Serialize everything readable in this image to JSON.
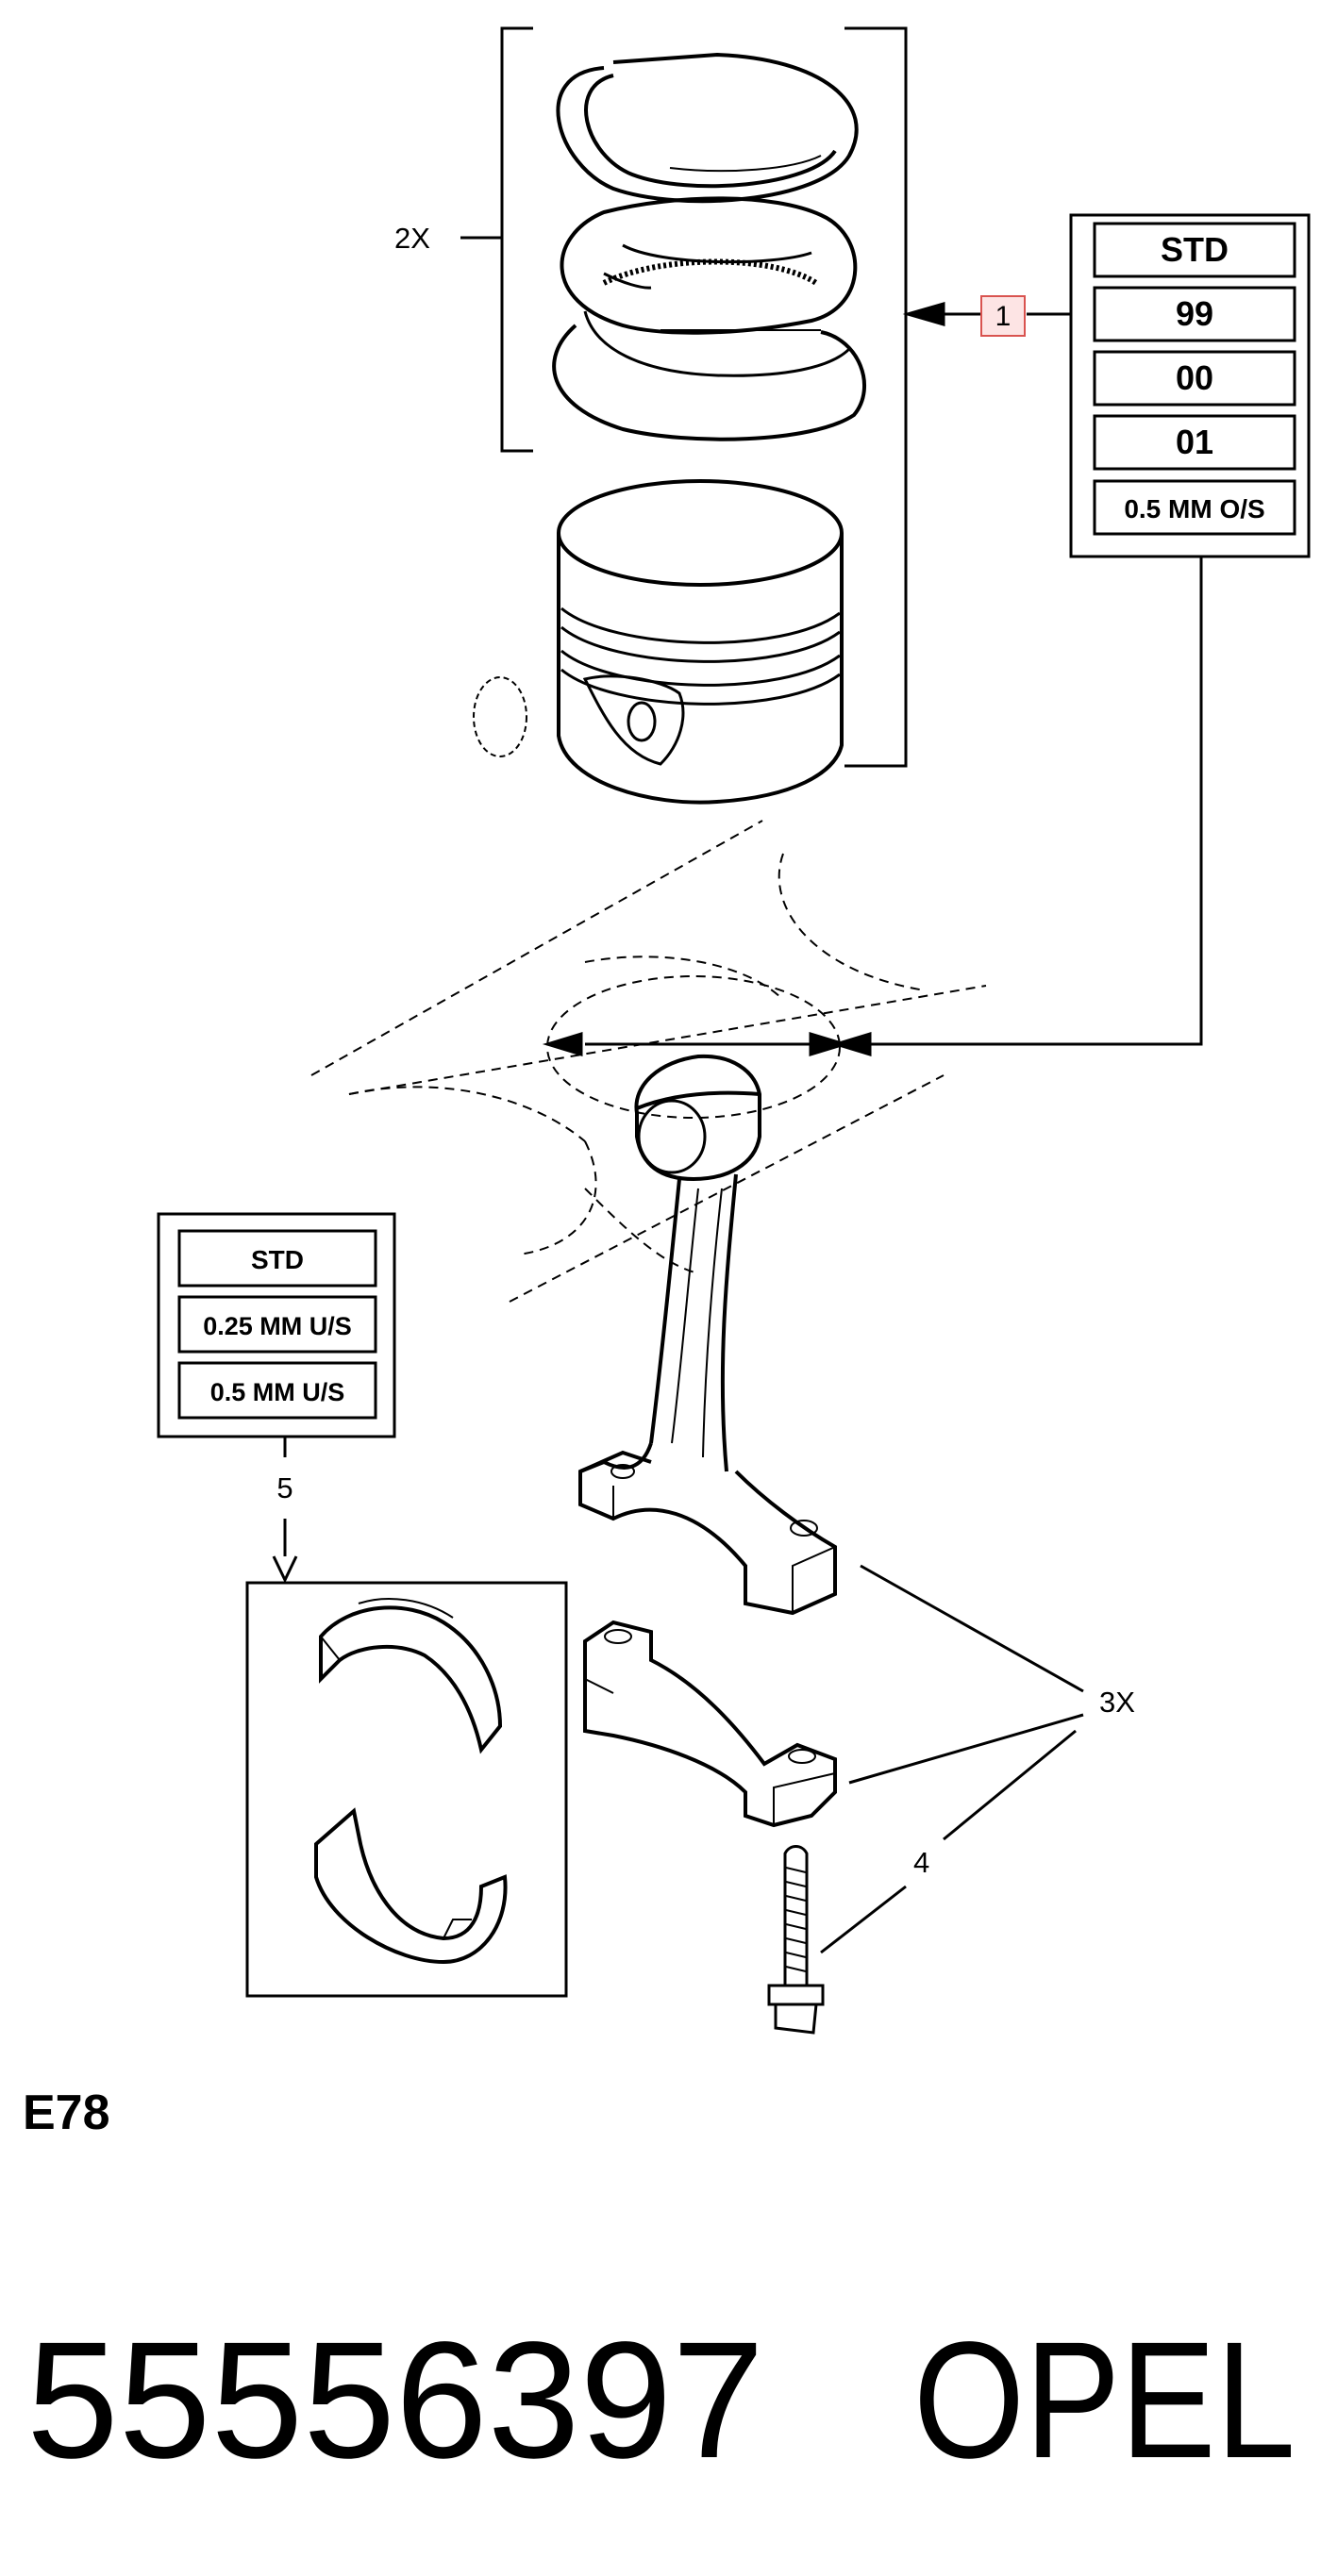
{
  "diagram": {
    "rings_qty": "2X",
    "callout_1": "1",
    "piston_sizes": [
      "STD",
      "99",
      "00",
      "01",
      "0.5 MM O/S"
    ],
    "bearing_sizes": [
      "STD",
      "0.25 MM U/S",
      "0.5 MM U/S"
    ],
    "callout_5": "5",
    "bolts_qty": "3X",
    "callout_4": "4",
    "diagram_code": "E78"
  },
  "part": {
    "number": "55556397",
    "brand": "OPEL"
  },
  "colors": {
    "line": "#000000",
    "callout_border": "#d9534f",
    "callout_fill": "#fde4e4"
  }
}
